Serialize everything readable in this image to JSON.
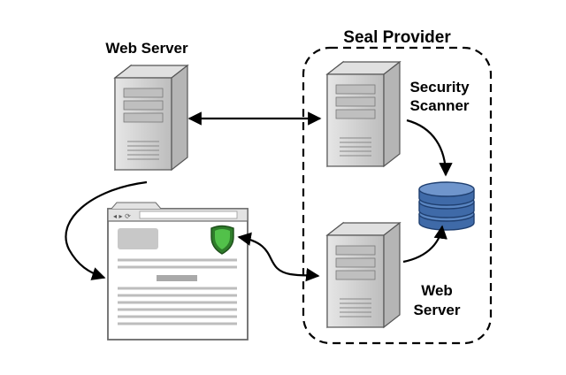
{
  "labels": {
    "web_server_left": "Web Server",
    "seal_provider": "Seal Provider",
    "security_line1": "Security",
    "security_line2": "Scanner",
    "web_line1": "Web",
    "web_line2": "Server"
  },
  "colors": {
    "server_body": "#c8c8c8",
    "server_front": "#d9d9d9",
    "database": "#3f6aa8",
    "database_top": "#6f95cc",
    "seal_shield": "#3aa335",
    "outline": "#000000",
    "page_bg": "#ffffff"
  },
  "icons": {
    "server": "server-tower-icon",
    "database": "database-icon",
    "seal": "shield-seal-icon",
    "browser": "browser-window-icon"
  }
}
